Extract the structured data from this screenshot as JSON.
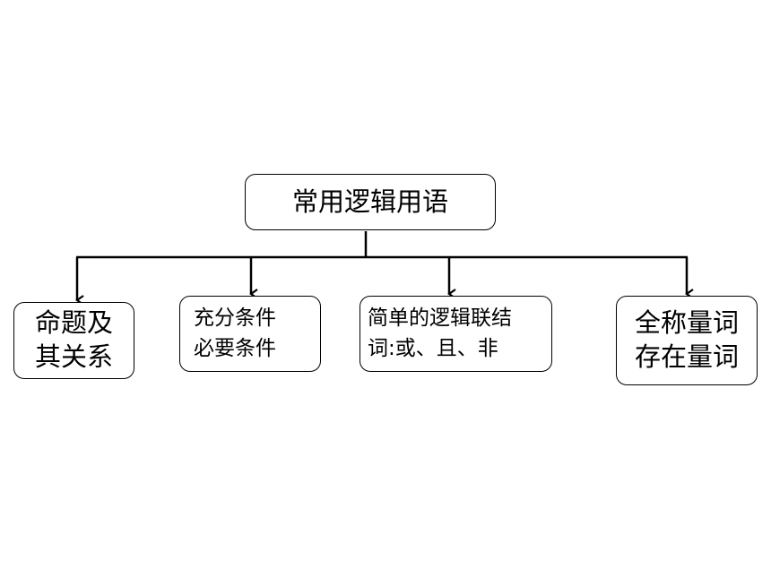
{
  "root": {
    "label": "常用逻辑用语"
  },
  "children": [
    {
      "lines": [
        "命题及",
        "其关系"
      ]
    },
    {
      "lines": [
        "充分条件",
        "必要条件"
      ]
    },
    {
      "lines": [
        "简单的逻辑联结",
        "词:或、且、非"
      ]
    },
    {
      "lines": [
        "全称量词",
        "存在量词"
      ]
    }
  ]
}
